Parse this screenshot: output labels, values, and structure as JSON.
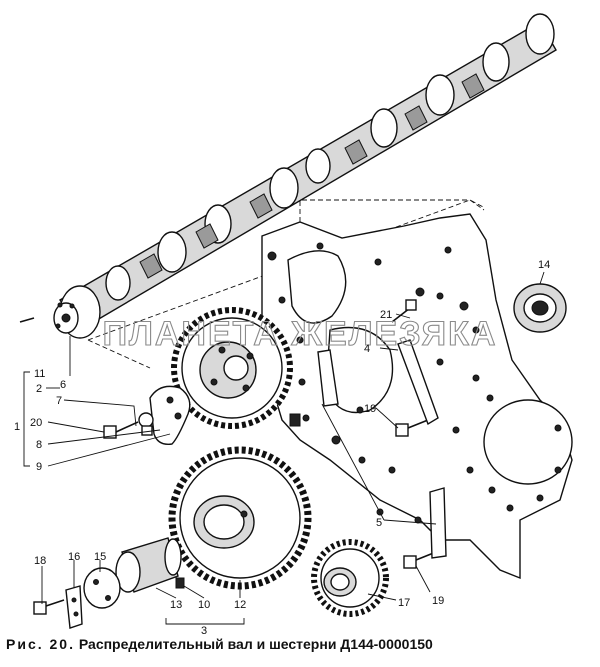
{
  "caption": {
    "prefix": "Рис. 20.",
    "title": "Распределительный вал и шестерни Д144-0000150"
  },
  "watermark": "ПЛАНЕТА ЖЕЛЕЗЯКА",
  "callouts": {
    "c1": "1",
    "c2": "2",
    "c3": "3",
    "c4": "4",
    "c5": "5",
    "c6": "6",
    "c7": "7",
    "c8": "8",
    "c9": "9",
    "c10": "10",
    "c11": "11",
    "c12": "12",
    "c13": "13",
    "c14": "14",
    "c15": "15",
    "c16": "16",
    "c17": "17",
    "c18": "18",
    "c19a": "19",
    "c19b": "19",
    "c20": "20",
    "c21": "21"
  }
}
